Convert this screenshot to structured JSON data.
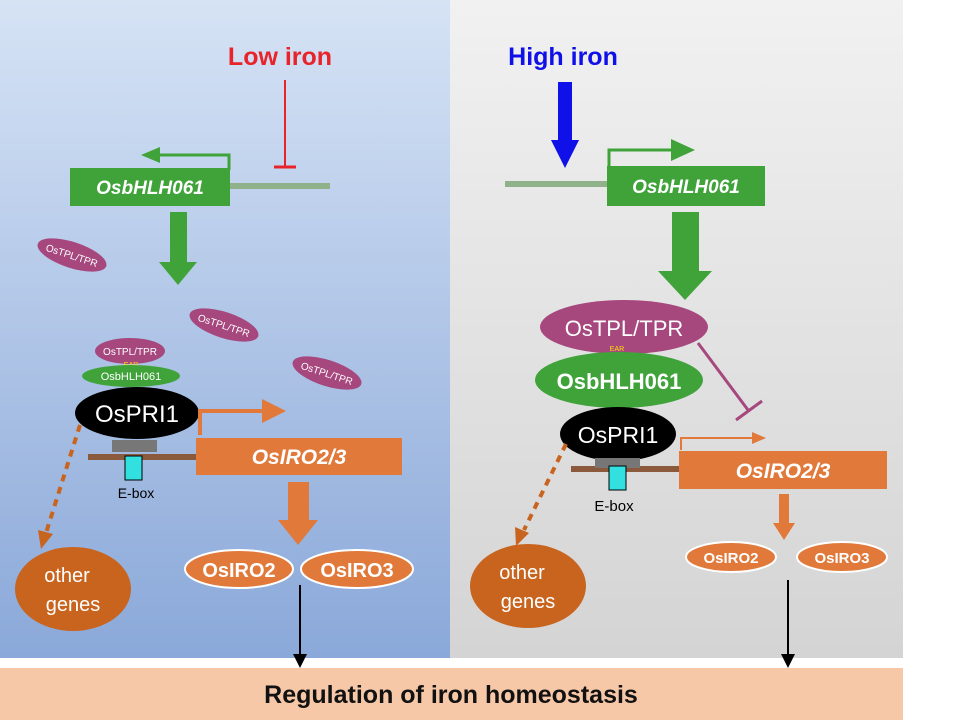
{
  "left": {
    "condition": "Low iron",
    "gene": "OsbHLH061",
    "tpl_small": "OsTPL/TPR",
    "ear": "EAR",
    "bhlh_small": "OsbHLH061",
    "pri1": "OsPRI1",
    "ebox": "E-box",
    "target_gene": "OsIRO2/3",
    "iro2": "OsIRO2",
    "iro3": "OsIRO3",
    "other_genes_1": "other",
    "other_genes_2": "genes"
  },
  "right": {
    "condition": "High iron",
    "gene": "OsbHLH061",
    "tpl": "OsTPL/TPR",
    "ear": "EAR",
    "bhlh": "OsbHLH061",
    "pri1": "OsPRI1",
    "ebox": "E-box",
    "target_gene": "OsIRO2/3",
    "iro2": "OsIRO2",
    "iro3": "OsIRO3",
    "other_genes_1": "other",
    "other_genes_2": "genes"
  },
  "footer": "Regulation of iron homeostasis",
  "colors": {
    "green": "#3fa33a",
    "orange": "#e0793a",
    "purple": "#a6477e",
    "red": "#e8242a",
    "blue": "#1010e8",
    "footer_bg": "#f7c8a8"
  }
}
